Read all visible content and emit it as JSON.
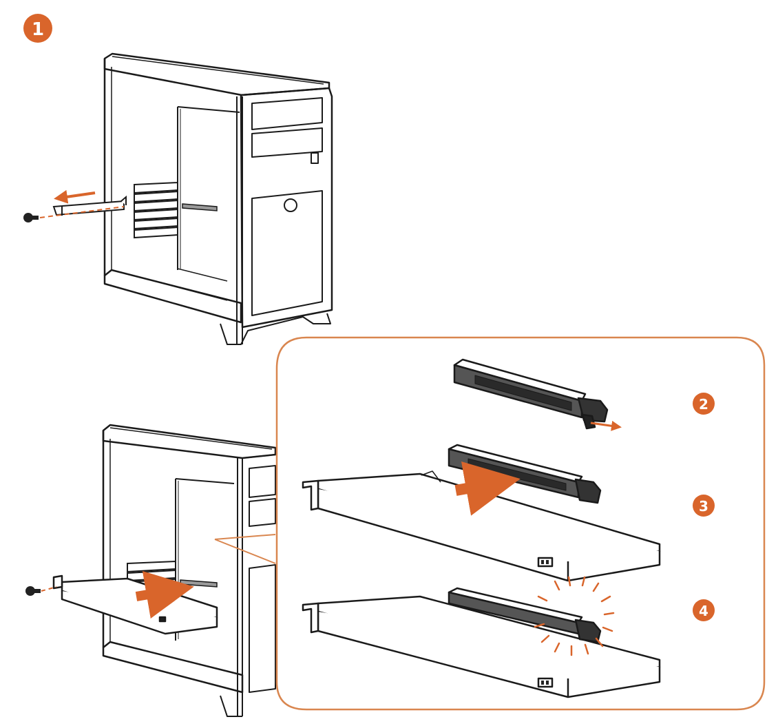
{
  "steps": [
    {
      "label": "1"
    },
    {
      "label": "2"
    },
    {
      "label": "3"
    },
    {
      "label": "4"
    }
  ],
  "colors": {
    "accent": "#d9652b",
    "line": "#1a1a1a",
    "panel_border": "#d9864f",
    "connector": "#555555"
  },
  "icons": [
    "screw-icon",
    "arrow-left-icon",
    "arrow-right-icon",
    "release-latch-icon",
    "click-burst-icon"
  ]
}
